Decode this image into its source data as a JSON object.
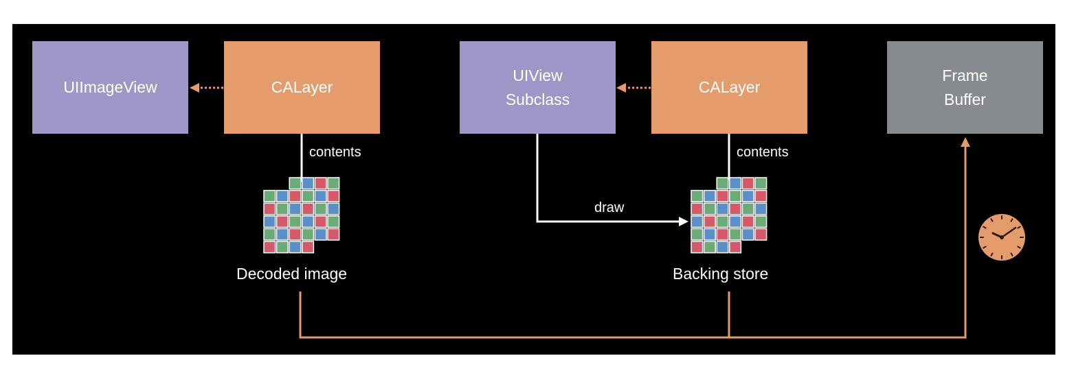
{
  "colors": {
    "background": "#000000",
    "view_box": "#9d97c8",
    "layer_box": "#e49c6c",
    "framebuffer_box": "#878b8f",
    "pipeline_line": "#e49c6c",
    "text": "#ffffff",
    "pixel_red": "#d45a6a",
    "pixel_green": "#6cab78",
    "pixel_blue": "#5b8fc8"
  },
  "nodes": {
    "uiimageview": "UIImageView",
    "calayer_left": "CALayer",
    "uiview_subclass_line1": "UIView",
    "uiview_subclass_line2": "Subclass",
    "calayer_right": "CALayer",
    "framebuffer_line1": "Frame",
    "framebuffer_line2": "Buffer"
  },
  "labels": {
    "contents_left": "contents",
    "contents_right": "contents",
    "draw": "draw",
    "decoded_image": "Decoded image",
    "backing_store": "Backing store"
  },
  "icons": {
    "pixel_grid": "pixel-grid-icon",
    "clock": "clock-icon"
  }
}
